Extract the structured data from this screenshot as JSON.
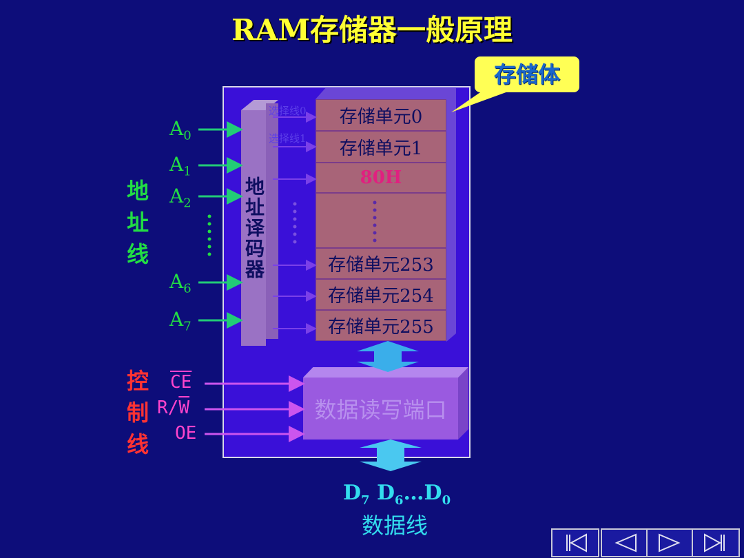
{
  "title": "RAM存储器一般原理",
  "callout": "存储体",
  "groups": {
    "address": "地址线",
    "control": "控制线",
    "data": "数据线"
  },
  "address_lines": [
    {
      "main": "A",
      "sub": "0"
    },
    {
      "main": "A",
      "sub": "1"
    },
    {
      "main": "A",
      "sub": "2"
    },
    {
      "main": "A",
      "sub": "6"
    },
    {
      "main": "A",
      "sub": "7"
    }
  ],
  "decoder": "地址译码器",
  "select_lines": [
    "选择线0",
    "选择线1"
  ],
  "cells": [
    "存储单元0",
    "存储单元1",
    "80H",
    "存储单元253",
    "存储单元254",
    "存储单元255"
  ],
  "control_signals": {
    "ce": "CE",
    "rw_r": "R/",
    "rw_w": "W",
    "oe": "OE"
  },
  "port": "数据读写端口",
  "data_bus": {
    "d7": "D",
    "d7_sub": "7",
    "d6": "D",
    "d6_sub": "6",
    "ellipsis": "…",
    "d0": "D",
    "d0_sub": "0"
  },
  "colors": {
    "background": "#0d0d7a",
    "title": "#ffff33",
    "address": "#22dd44",
    "control_group": "#ff3333",
    "control_signal": "#ff44cc",
    "data": "#33ddee",
    "cell": "#a86478",
    "port": "#9a5ae0"
  },
  "nav": [
    "first-icon",
    "prev-icon",
    "next-icon",
    "last-icon"
  ]
}
